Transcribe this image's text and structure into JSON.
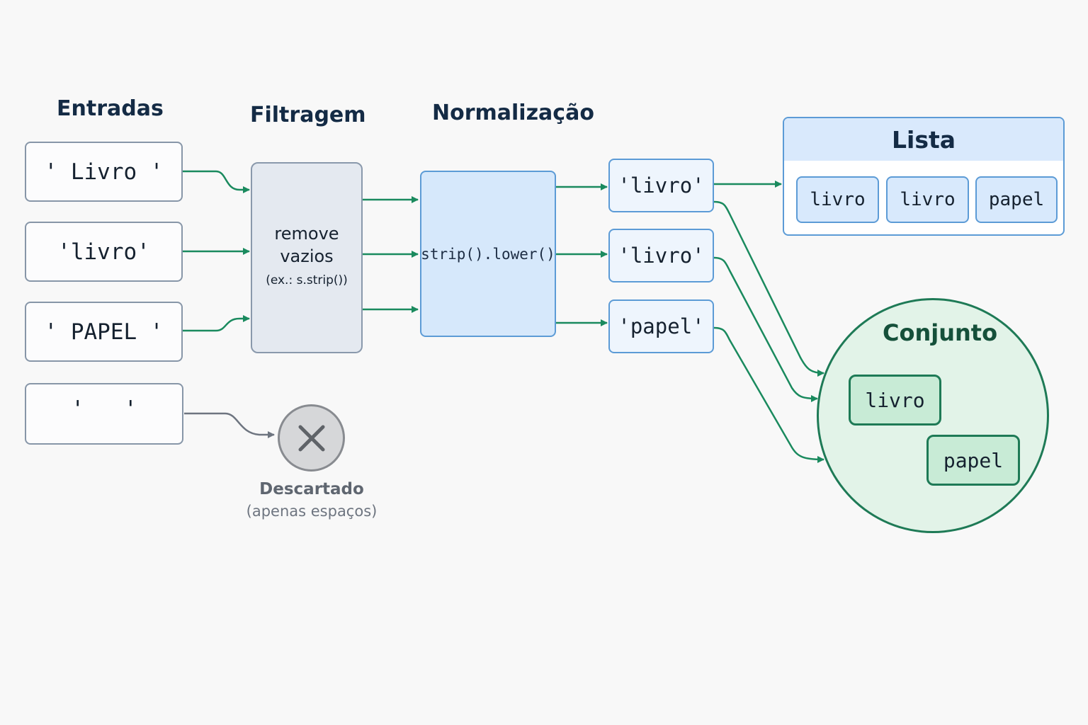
{
  "headings": {
    "entradas": "Entradas",
    "filtragem": "Filtragem",
    "normalizacao": "Normalização"
  },
  "inputs": [
    "' Livro '",
    "'livro'",
    "' PAPEL '",
    "'   '"
  ],
  "filter": {
    "line1": "remove",
    "line2": "vazios",
    "example": "(ex.: s.strip())"
  },
  "normalization": {
    "code": "strip().lower()"
  },
  "outputs": [
    "'livro'",
    "'livro'",
    "'papel'"
  ],
  "lista": {
    "title": "Lista",
    "items": [
      "livro",
      "livro",
      "papel"
    ]
  },
  "conjunto": {
    "title": "Conjunto",
    "items": [
      "livro",
      "papel"
    ]
  },
  "discard": {
    "label": "Descartado",
    "note": "(apenas espaços)"
  },
  "colors": {
    "arrow_green": "#1a8a5e",
    "arrow_gray": "#6e7580",
    "blue_border": "#5c9bd6",
    "green_border": "#1e7a56"
  }
}
